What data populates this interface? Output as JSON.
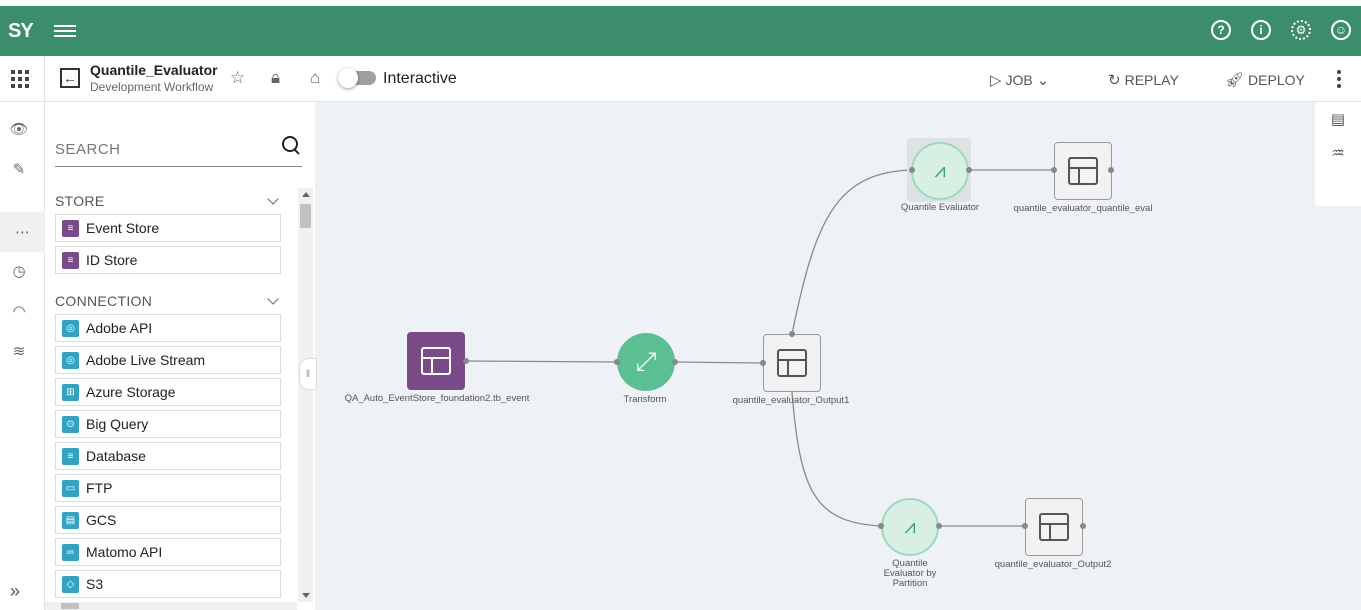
{
  "app": {
    "logo": "SY"
  },
  "header": {
    "title": "Quantile_Evaluator",
    "subtitle": "Development Workflow",
    "toggle_label": "Interactive",
    "job_label": "JOB",
    "replay_label": "REPLAY",
    "deploy_label": "DEPLOY"
  },
  "panel": {
    "search_placeholder": "SEARCH",
    "sections": [
      {
        "title": "STORE",
        "items": [
          "Event Store",
          "ID Store"
        ]
      },
      {
        "title": "CONNECTION",
        "items": [
          "Adobe API",
          "Adobe Live Stream",
          "Azure Storage",
          "Big Query",
          "Database",
          "FTP",
          "GCS",
          "Matomo API",
          "S3"
        ]
      }
    ]
  },
  "canvas": {
    "nodes": {
      "source": "QA_Auto_EventStore_foundation2.tb_event",
      "transform": "Transform",
      "output1": "quantile_evaluator_Output1",
      "qe": "Quantile Evaluator",
      "qe_output": "quantile_evaluator_quantile_eval",
      "qep": "Quantile Evaluator by Partition",
      "output2": "quantile_evaluator_Output2"
    }
  },
  "colors": {
    "topbar": "#3b8d6c",
    "store_icon": "#7b4a88",
    "connection_icon": "#33a3c1",
    "transform_node": "#5cbf94"
  }
}
